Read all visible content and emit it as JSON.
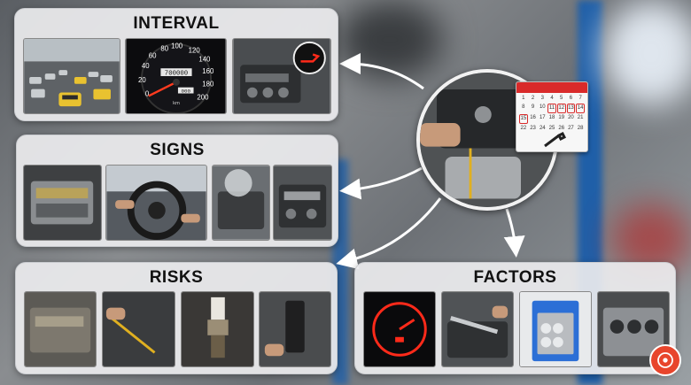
{
  "panels": {
    "interval": {
      "title": "INTERVAL"
    },
    "signs": {
      "title": "SIGNS"
    },
    "risks": {
      "title": "RISKS"
    },
    "factors": {
      "title": "FACTORS"
    }
  },
  "odometer": {
    "reading": "700000",
    "trip": "000",
    "unit": "km",
    "ticks": [
      "0",
      "20",
      "40",
      "60",
      "80",
      "100",
      "120",
      "140",
      "160",
      "180",
      "200"
    ]
  },
  "calendar": {
    "days": [
      "1",
      "2",
      "3",
      "4",
      "5",
      "6",
      "7",
      "8",
      "9",
      "10",
      "11",
      "12",
      "13",
      "14",
      "15",
      "16",
      "17",
      "18",
      "19",
      "20",
      "21",
      "22",
      "23",
      "24",
      "25",
      "26",
      "27",
      "28"
    ],
    "highlighted": [
      "11",
      "12",
      "13",
      "14",
      "15"
    ]
  },
  "colors": {
    "panel_bg": "#ebeced",
    "arrow": "#ffffff",
    "accent_red": "#d92a2a",
    "pillar_blue": "#1f5fa8"
  }
}
